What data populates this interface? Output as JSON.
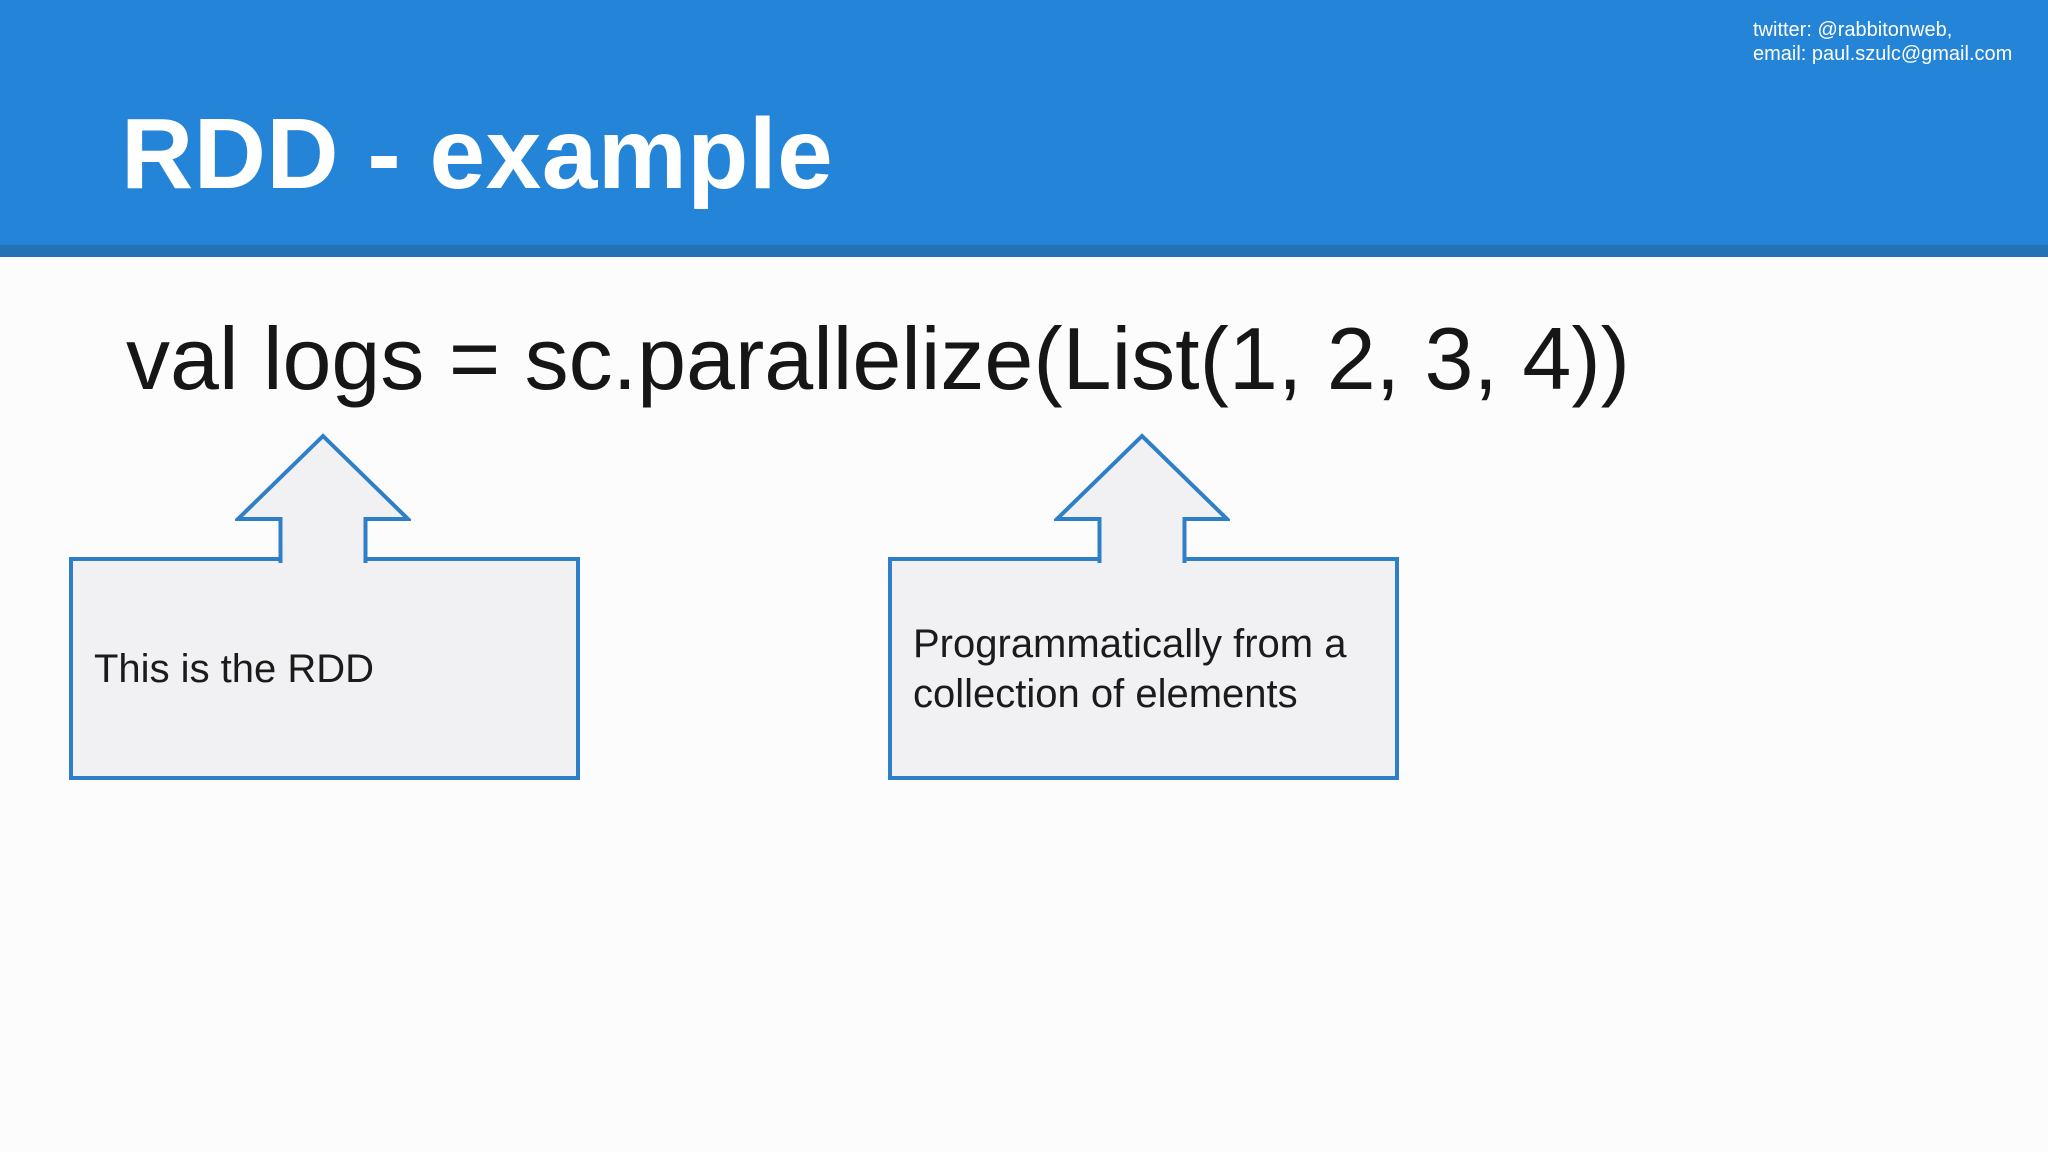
{
  "title": "RDD - example",
  "contact": {
    "twitter": "twitter: @rabbitonweb,",
    "email": "email: paul.szulc@gmail.com"
  },
  "code": "val logs = sc.parallelize(List(1, 2, 3, 4))",
  "callouts": {
    "left": {
      "text": "This is the RDD"
    },
    "right": {
      "text": "Programmatically from a collection of elements"
    }
  },
  "colors": {
    "header": "#2484d7",
    "header_strip": "#2272b4",
    "callout_border": "#2e7fc8",
    "callout_fill": "#f1f1f3",
    "slide_bg": "#fcfcfd",
    "code_text": "#161616",
    "callout_text": "#1b1b1b",
    "header_text": "#ffffff"
  }
}
